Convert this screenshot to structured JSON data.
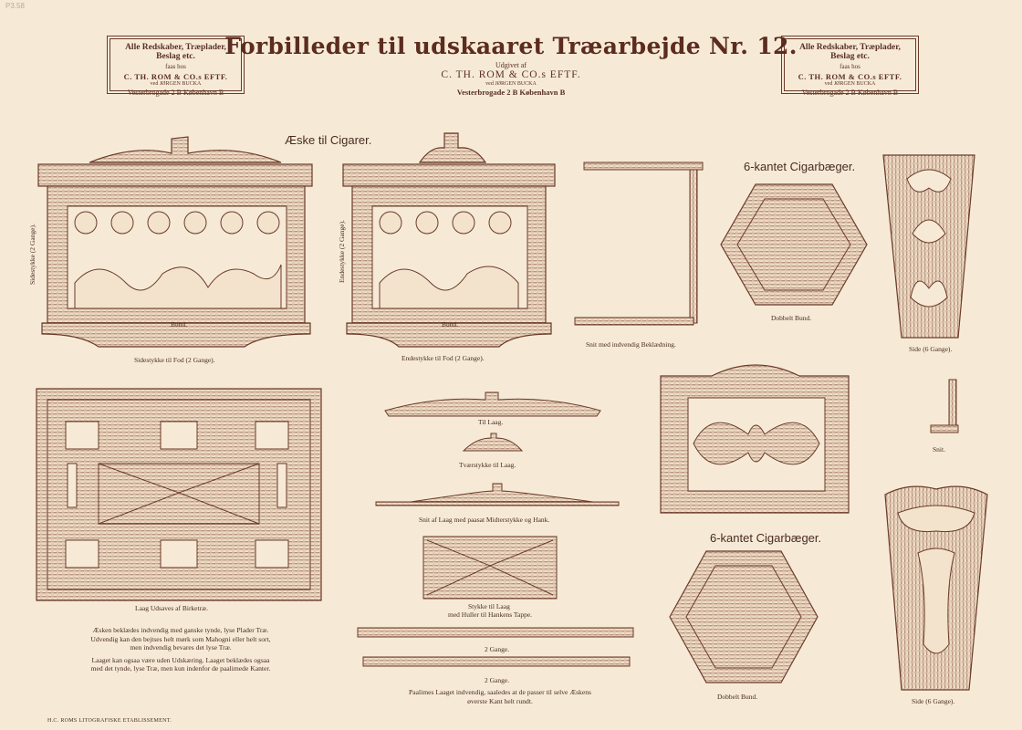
{
  "corner_mark": "P3.58",
  "title": "Forbilleder til udskaaret Træarbejde Nr. 12.",
  "publisher": {
    "line1": "Udgivet af",
    "line2": "C. TH. ROM & CO.s EFTF.",
    "line3": "ved JØRGEN BUCKA",
    "line4": "Vesterbrogade 2 B     København B"
  },
  "ad_box": {
    "line1": "Alle Redskaber, Træplader, Beslag etc.",
    "line2": "faas hos",
    "line3": "C. TH. ROM & CO.s EFTF.",
    "line4": "ved JØRGEN BUCKA",
    "line5": "Vesterbrogade 2 B     København B"
  },
  "sections": {
    "cigar_box": "Æske til Cigarer.",
    "hex_cup_1": "6-kantet Cigarbæger.",
    "hex_cup_2": "6-kantet Cigarbæger."
  },
  "captions": {
    "side_piece": "Sidestykke til Fod (2 Gange).",
    "end_piece": "Endestykke til Fod (2 Gange).",
    "bund_1": "Bund.",
    "bund_2": "Bund.",
    "side_vertical": "Sidestykke (2 Gange).",
    "end_vertical": "Endestykke (2 Gange).",
    "section_lining": "Snit med indvendig Beklædning.",
    "double_bottom_1": "Dobbelt Bund.",
    "side_6_1": "Side (6 Gange).",
    "lid": "Laag Udsaves af Birketræ.",
    "to_lid": "Til Laag.",
    "cross_piece": "Tværstykke til Laag.",
    "lid_section": "Snit af Laag med paasat Midterstykke og Hank.",
    "lid_piece_1": "Stykke til Laag",
    "lid_piece_2": "med Huller til Hankens Tappe.",
    "two_times_1": "2 Gange.",
    "two_times_2": "2 Gange.",
    "snit": "Snit.",
    "double_bottom_2": "Dobbelt Bund.",
    "side_6_2": "Side (6 Gange)."
  },
  "notes": {
    "left_1": "Æsken beklædes indvendig med ganske tynde, lyse Plader Træ.",
    "left_2": "Udvendig kan den bejtses helt mørk som Mahogni eller helt sort,",
    "left_3": "men indvendig bevares det lyse Træ.",
    "left_4": "Laaget kan ogsaa være uden Udskæring.  Laaget beklædes ogsaa",
    "left_5": "med det tynde, lyse Træ, men kun indenfor de paalimede Kanter.",
    "center_1": "Paalimes Laaget indvendig, saaledes at de passer til selve Æskens",
    "center_2": "øverste Kant helt rundt."
  },
  "printer": "H.C. ROMS LITOGRAFISKE ETABLISSEMENT.",
  "colors": {
    "paper": "#f6ead7",
    "ink": "#6b3a2a",
    "wood_line": "#8a5a48"
  }
}
